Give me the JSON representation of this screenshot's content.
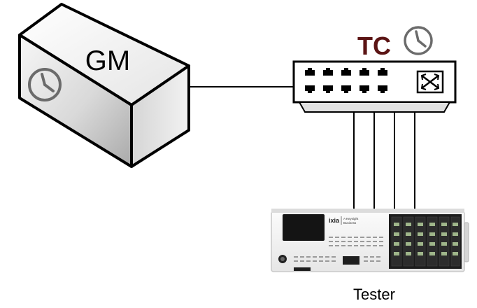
{
  "nodes": {
    "gm": {
      "label": "GM"
    },
    "tc": {
      "label": "TC",
      "label_color": "#5b1414"
    },
    "tester": {
      "label": "Tester",
      "brand": "ixia",
      "brand_sub_1": "A Keysight",
      "brand_sub_2": "Business"
    }
  },
  "colors": {
    "outline": "#000000",
    "clock": "#6b6b6b",
    "box_light": "#f2f2f2",
    "box_shade": "#bdbdbd"
  },
  "icons": {
    "gm_clock": "clock-icon",
    "tc_clock": "clock-icon",
    "tc_switch": "switch-crossed-arrows-icon"
  }
}
